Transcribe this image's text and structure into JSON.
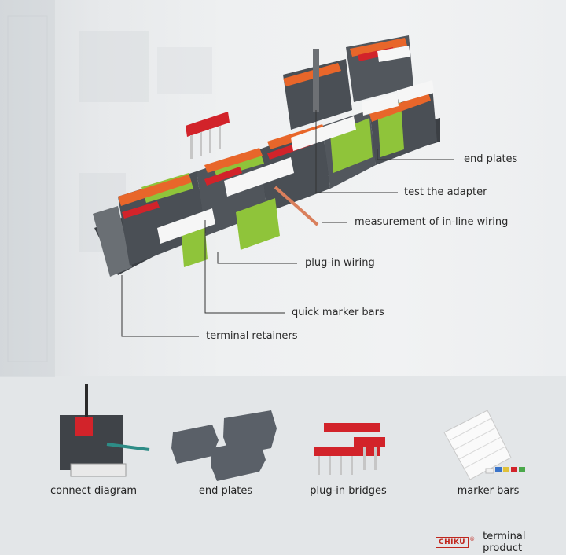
{
  "callouts": [
    {
      "id": "end-plates",
      "text": "end plates"
    },
    {
      "id": "test-adapter",
      "text": "test the adapter"
    },
    {
      "id": "inline-wiring",
      "text": "measurement of in-line wiring"
    },
    {
      "id": "plug-in-wiring",
      "text": "plug-in wiring"
    },
    {
      "id": "quick-marker-bars",
      "text": "quick marker bars"
    },
    {
      "id": "terminal-retainers",
      "text": "terminal retainers"
    }
  ],
  "products": [
    {
      "id": "connect-diagram",
      "text": "connect diagram"
    },
    {
      "id": "end-plates",
      "text": "end plates"
    },
    {
      "id": "plug-in-bridges",
      "text": "plug-in bridges"
    },
    {
      "id": "marker-bars",
      "text": "marker bars"
    }
  ],
  "brand": {
    "logo": "CHIKU",
    "registered": "®",
    "tagline": "terminal product"
  },
  "colors": {
    "terminal_body": "#4a4f55",
    "green_block": "#8fc43a",
    "lever_orange": "#e8662a",
    "bridge_red": "#d2232a",
    "marker_white": "#f6f6f6",
    "label_text": "#2b2b2b"
  }
}
